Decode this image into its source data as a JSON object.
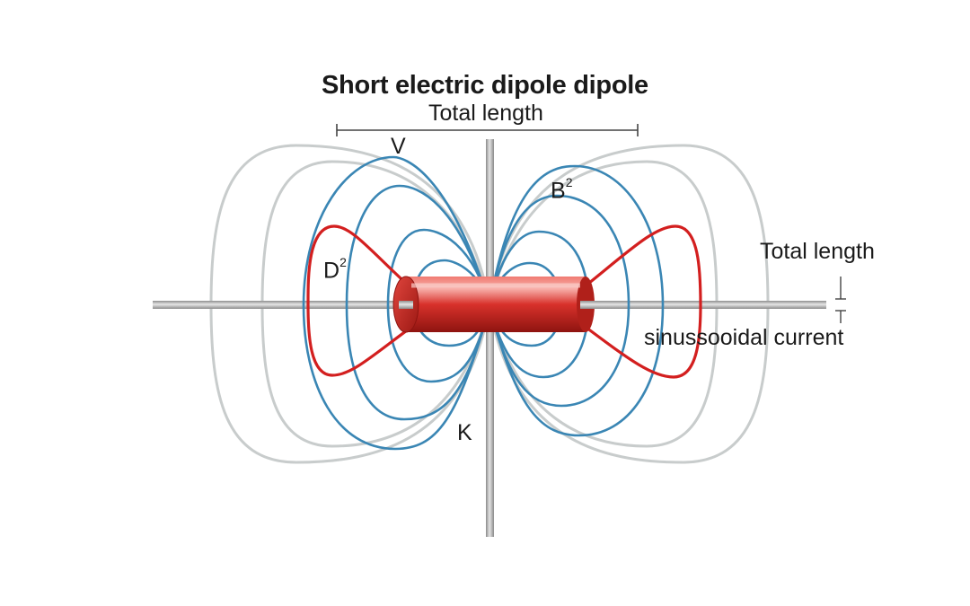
{
  "title": "Short electric dipole dipole",
  "labels": {
    "top_length": "Total length",
    "right_length": "Total length",
    "current": "sinussooidal current",
    "v": "V",
    "k": "K",
    "b": "B",
    "b_sup": "2",
    "d": "D",
    "d_sup": "2"
  },
  "colors": {
    "field_lines": "#3a86b4",
    "radiation_pattern": "#d31f1f",
    "outer_field": "#c8cccc",
    "rod": "#a8a8a8",
    "text": "#1a1a1a"
  }
}
